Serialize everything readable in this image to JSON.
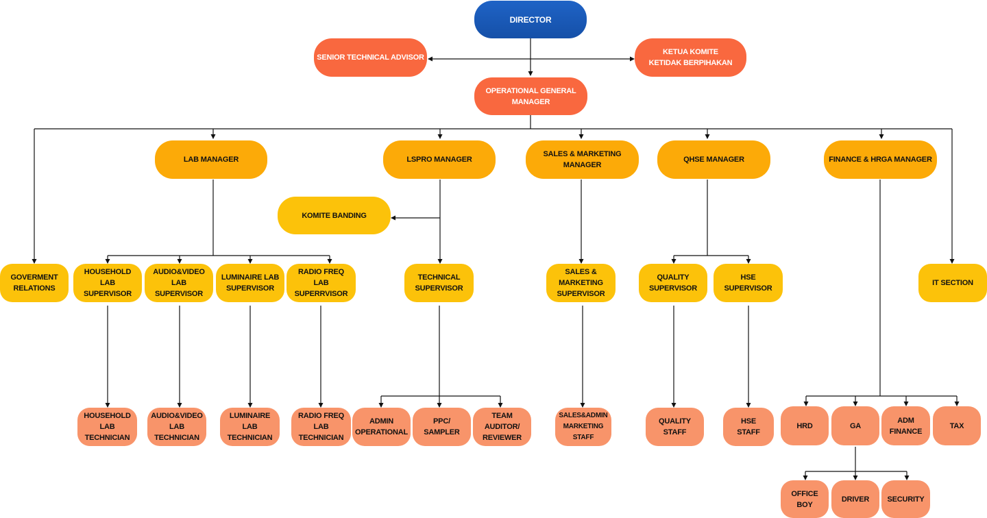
{
  "colors": {
    "director": "#1a5bbd",
    "executive": "#f9683f",
    "manager": "#fcaa08",
    "supervisor": "#fcc20a",
    "staff": "#f8946a",
    "connector": "#111111"
  },
  "org": {
    "director": "DIRECTOR",
    "senior_technical_advisor": "SENIOR TECHNICAL ADVISOR",
    "ketua_komite": "KETUA KOMITE\nKETIDAK BERPIHAKAN",
    "operational_gm": "OPERATIONAL GENERAL MANAGER",
    "managers": {
      "lab": "LAB MANAGER",
      "lspro": "LSPRO MANAGER",
      "sales_marketing": "SALES & MARKETING MANAGER",
      "qhse": "QHSE MANAGER",
      "finance_hrga": "FINANCE & HRGA MANAGER"
    },
    "komite_banding": "KOMITE BANDING",
    "supervisors": {
      "goverment_relations": "GOVERMENT\nRELATIONS",
      "household_lab": "HOUSEHOLD LAB\nSUPERVISOR",
      "audio_video_lab": "AUDIO&VIDEO LAB\nSUPERVISOR",
      "luminaire_lab": "LUMINAIRE LAB\nSUPERVISOR",
      "radio_freq_lab": "RADIO FREQ\nLAB SUPERRVISOR",
      "technical": "TECHNICAL\nSUPERVISOR",
      "sales_marketing": "SALES & MARKETING\nSUPERVISOR",
      "quality": "QUALITY\nSUPERVISOR",
      "hse": "HSE\nSUPERVISOR",
      "it_section": "IT SECTION"
    },
    "staff": {
      "household_lab_tech": "HOUSEHOLD LAB\nTECHNICIAN",
      "audio_video_lab_tech": "AUDIO&VIDEO LAB\nTECHNICIAN",
      "luminaire_lab_tech": "LUMINAIRE LAB\nTECHNICIAN",
      "radio_freq_lab_tech": "RADIO FREQ LAB\nTECHNICIAN",
      "admin_operational": "ADMIN\nOPERATIONAL",
      "ppc_sampler": "PPC/\nSAMPLER",
      "team_auditor": "TEAM AUDITOR/\nREVIEWER",
      "sales_admin": "SALES&ADMIN\nMARKETING STAFF",
      "quality_staff": "QUALITY\nSTAFF",
      "hse_staff": "HSE\nSTAFF",
      "hrd": "HRD",
      "ga": "GA",
      "adm_finance": "ADM\nFINANCE",
      "tax": "TAX"
    },
    "ga_staff": {
      "office_boy": "OFFICE BOY",
      "driver": "DRIVER",
      "security": "SECURITY"
    }
  }
}
